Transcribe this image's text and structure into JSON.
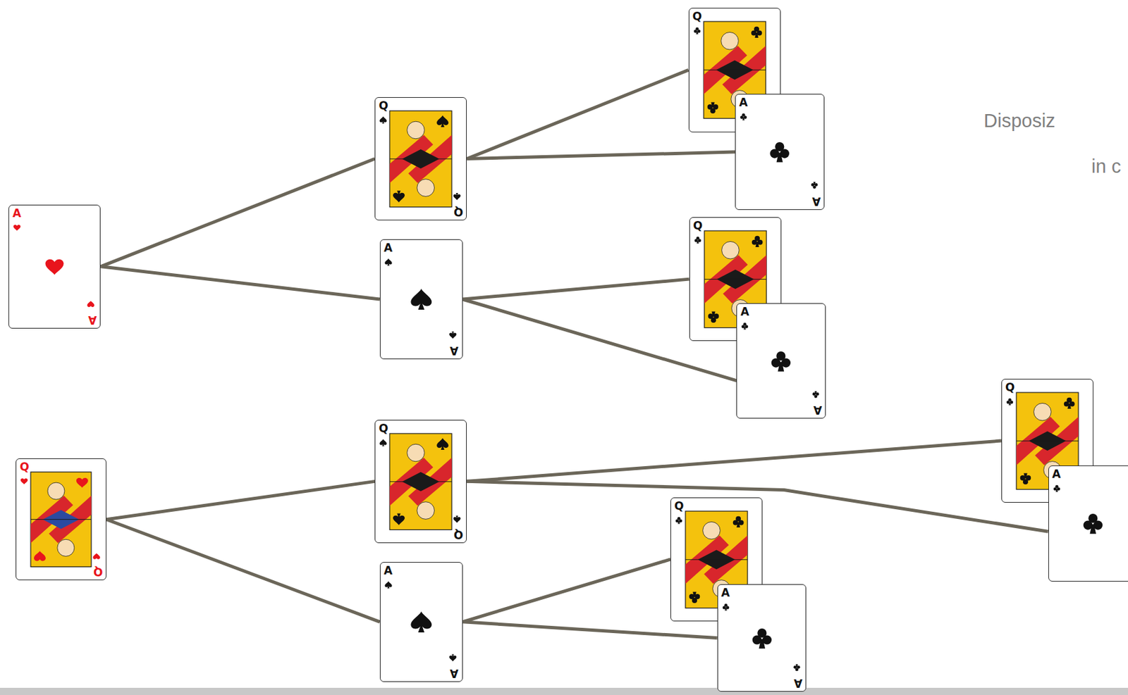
{
  "diagram": {
    "nodes": [
      {
        "text": [
          "A",
          "A"
        ]
      },
      {
        "text": [
          "Q",
          "Q"
        ]
      },
      {
        "text": [
          "Q"
        ]
      },
      {
        "text": [
          "A",
          "A"
        ]
      },
      {
        "text": [
          "A",
          "A"
        ]
      },
      {
        "text": [
          "Q"
        ]
      },
      {
        "text": [
          "A",
          "A"
        ]
      },
      {
        "text": [
          "Q",
          "Q"
        ]
      },
      {
        "text": [
          "Q",
          "Q"
        ]
      },
      {
        "text": [
          "Q"
        ]
      },
      {
        "text": [
          "A"
        ]
      },
      {
        "text": [
          "A",
          "A"
        ]
      },
      {
        "text": [
          "Q"
        ]
      },
      {
        "text": [
          "A",
          "A"
        ]
      }
    ],
    "edges": [
      {
        "from": 0,
        "to": 1,
        "arrow": "none"
      },
      {
        "from": 0,
        "to": 4,
        "arrow": "none"
      },
      {
        "from": 1,
        "to": 2,
        "arrow": "none"
      },
      {
        "from": 1,
        "to": 3,
        "arrow": "none"
      },
      {
        "from": 4,
        "to": 5,
        "arrow": "none"
      },
      {
        "from": 4,
        "to": 6,
        "arrow": "none"
      },
      {
        "from": 7,
        "to": 8,
        "arrow": "none"
      },
      {
        "from": 7,
        "to": 11,
        "arrow": "none"
      },
      {
        "from": 8,
        "to": 9,
        "arrow": "none"
      },
      {
        "from": 8,
        "to": 10,
        "arrow": "none"
      },
      {
        "from": 11,
        "to": 12,
        "arrow": "none"
      },
      {
        "from": 11,
        "to": 13,
        "arrow": "none"
      }
    ],
    "labels": [
      "Disposiz",
      "in c"
    ]
  }
}
